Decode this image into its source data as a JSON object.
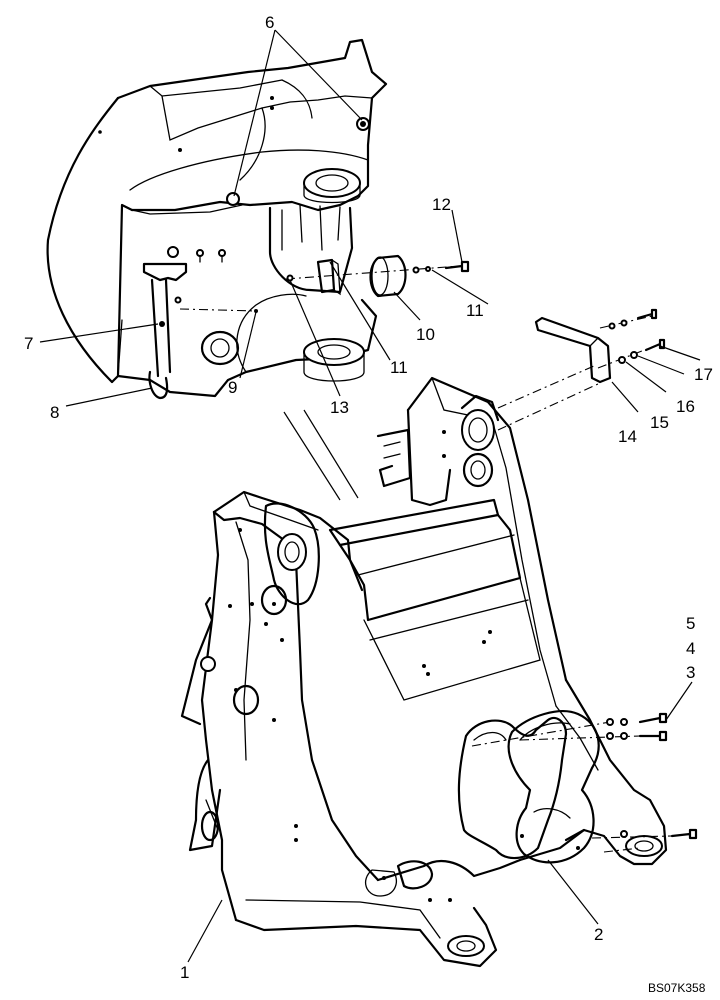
{
  "callouts": {
    "c1": "1",
    "c2": "2",
    "c3": "3",
    "c4": "4",
    "c5": "5",
    "c6": "6",
    "c7": "7",
    "c8": "8",
    "c9": "9",
    "c10": "10",
    "c11a": "11",
    "c11b": "11",
    "c12": "12",
    "c13": "13",
    "c14": "14",
    "c15": "15",
    "c16": "16",
    "c17": "17"
  },
  "reference_code": "BS07K358",
  "colors": {
    "line": "#000000",
    "background": "#ffffff"
  }
}
